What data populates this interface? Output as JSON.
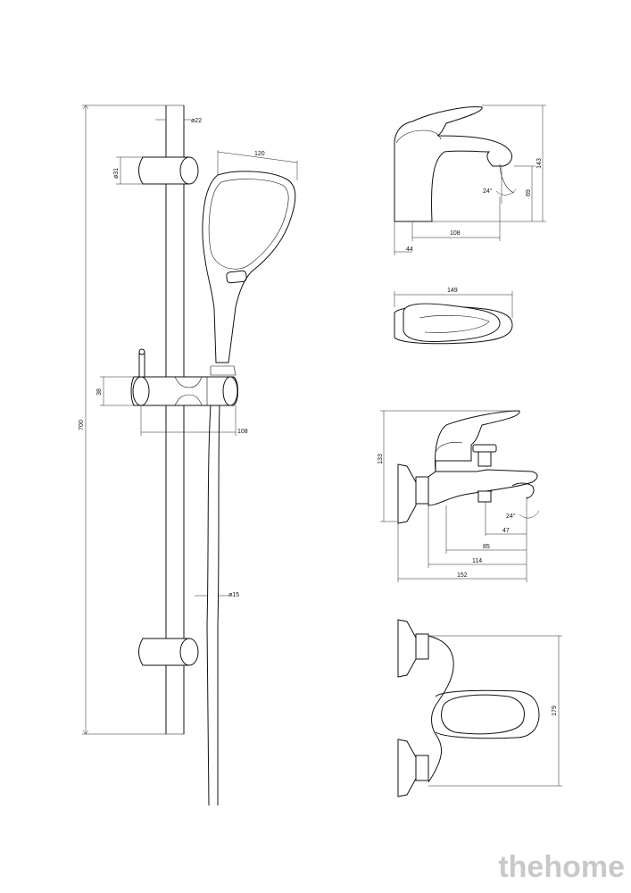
{
  "shower_set": {
    "dim_total_height": "700",
    "dim_rail_diameter": "ø22",
    "dim_holder_diameter": "ø31",
    "dim_head_width": "120",
    "dim_slider_height": "38",
    "dim_slider_depth": "108",
    "dim_hose_diameter": "ø15"
  },
  "basin_mixer": {
    "dim_height": "143",
    "dim_spout_height": "69",
    "dim_angle": "24°",
    "dim_spout_reach": "108",
    "dim_base": "44"
  },
  "mixer_top_view": {
    "dim_length": "149"
  },
  "bath_mixer": {
    "dim_height": "133",
    "dim_angle": "24°",
    "dim_47": "47",
    "dim_85": "85",
    "dim_114": "114",
    "dim_152": "152"
  },
  "wall_mixer_side": {
    "dim_height": "179"
  },
  "watermark": {
    "text": "thehome"
  }
}
